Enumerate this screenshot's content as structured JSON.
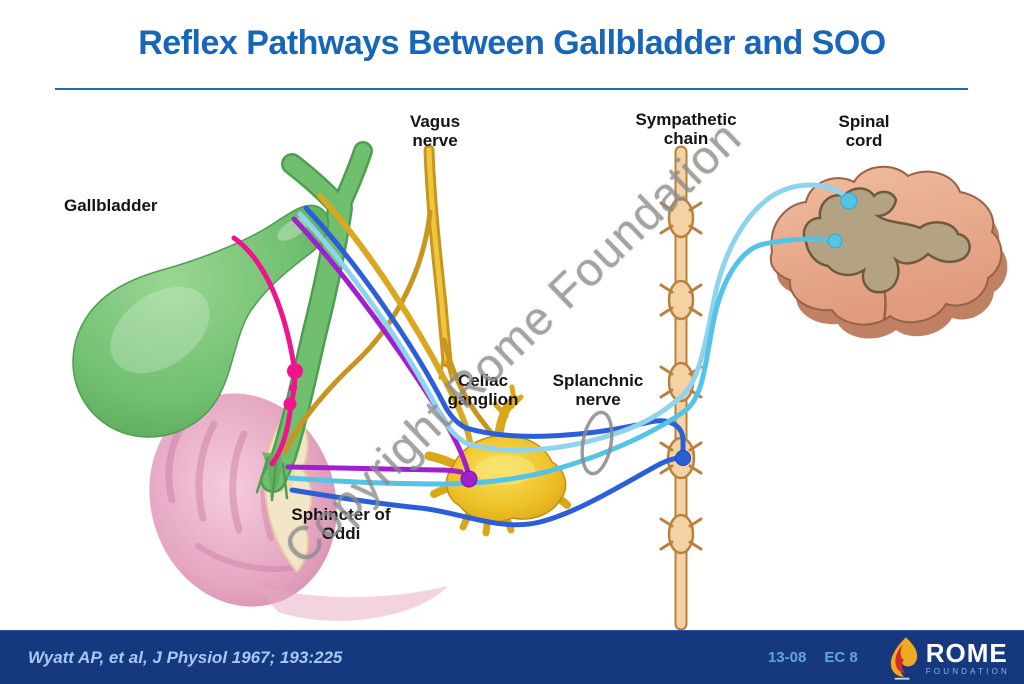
{
  "slide": {
    "title": "Reflex Pathways Between Gallbladder and SOO"
  },
  "watermark": "Copyright Rome Foundation",
  "diagram": {
    "labels": {
      "gallbladder": "Gallbladder",
      "vagus_nerve": [
        "Vagus",
        "nerve"
      ],
      "sympathetic_chain": [
        "Sympathetic",
        "chain"
      ],
      "spinal_cord": [
        "Spinal",
        "cord"
      ],
      "celiac_ganglion": [
        "Celiac",
        "ganglion"
      ],
      "splanchnic_nerve": [
        "Splanchnic",
        "nerve"
      ],
      "sphincter_of_oddi": [
        "Sphincter of",
        "Oddi"
      ]
    },
    "palette": {
      "gallbladder_green": "#6FBF6F",
      "duct_outline_green": "#4E9E50",
      "duodenum_pink": "#DE9AB8",
      "papilla_cream": "#F4E9C8",
      "vagus_gold": "#C8951F",
      "bundle_gold": "#D9A820",
      "celiac_gold": "#E8B820",
      "sympathetic_tan": "#F4D2A4",
      "sympathetic_outline": "#B9813E",
      "spinal_salmon": "#E8AE8F",
      "gray_matter": "#B3A283",
      "fiber_pink": "#F0148C",
      "fiber_purple": "#A020D0",
      "fiber_blue": "#2B5FD9",
      "fiber_cyan_light": "#8ED4EC",
      "fiber_cyan": "#55C3E6",
      "marker_gray": "#8A8A8A"
    }
  },
  "footer": {
    "citation": "Wyatt AP, et al, J Physiol 1967; 193:225",
    "slide_number": "13-08",
    "slide_code": "EC 8",
    "logo": {
      "name": "ROME",
      "subtitle": "FOUNDATION",
      "icon": "flame-icon"
    }
  },
  "colors": {
    "title_blue": "#1766B8",
    "divider_blue": "#1A6FAE",
    "footer_bg": "#16387E",
    "citation_text": "#A8C8F0",
    "code_text": "#66A3DC",
    "logo_white": "#FFFFFF",
    "logo_sub": "#92B2E0",
    "label_color": "#141414",
    "watermark_gray": "#8A8A8A"
  }
}
